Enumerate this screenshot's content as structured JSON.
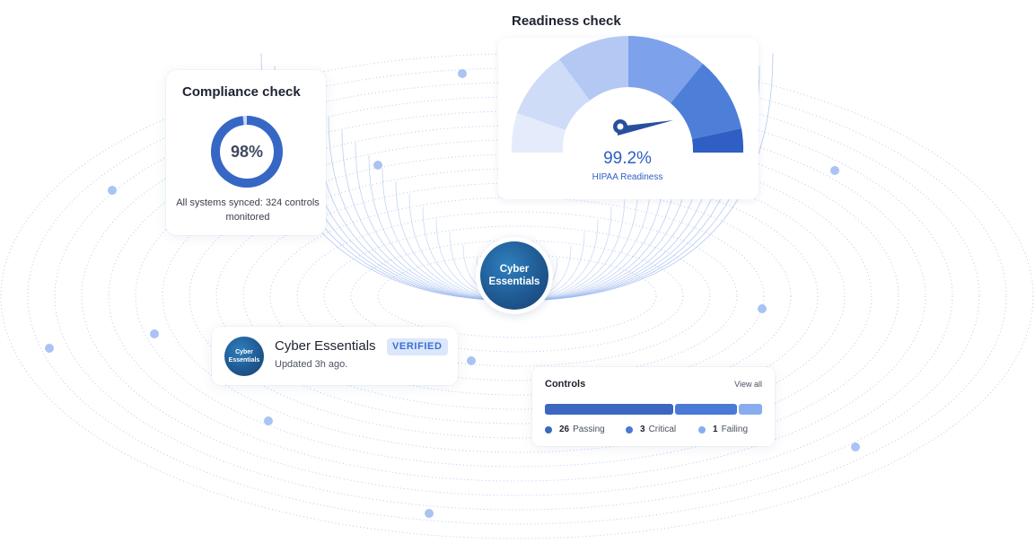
{
  "compliance": {
    "title": "Compliance check",
    "percent_label": "98%",
    "percent_value": 98,
    "caption": "All systems synced: 324 controls monitored"
  },
  "readiness": {
    "title": "Readiness check",
    "value_label": "99.2%",
    "value": 99.2,
    "subtitle": "HIPAA Readiness"
  },
  "center_badge": {
    "label_line1": "Cyber",
    "label_line2": "Essentials"
  },
  "certification": {
    "logo_line1": "Cyber",
    "logo_line2": "Essentials",
    "name": "Cyber Essentials",
    "badge": "VERIFIED",
    "updated": "Updated 3h ago."
  },
  "controls": {
    "title": "Controls",
    "view_all": "View all",
    "items": [
      {
        "count": "26",
        "label": "Passing",
        "color": "#3b67c0"
      },
      {
        "count": "3",
        "label": "Critical",
        "color": "#4a79d6"
      },
      {
        "count": "1",
        "label": "Failing",
        "color": "#89acef"
      }
    ]
  },
  "colors": {
    "primary": "#3767c4",
    "accent_light": "#a9c3f3",
    "orbit_line": "#9fb9ee"
  }
}
